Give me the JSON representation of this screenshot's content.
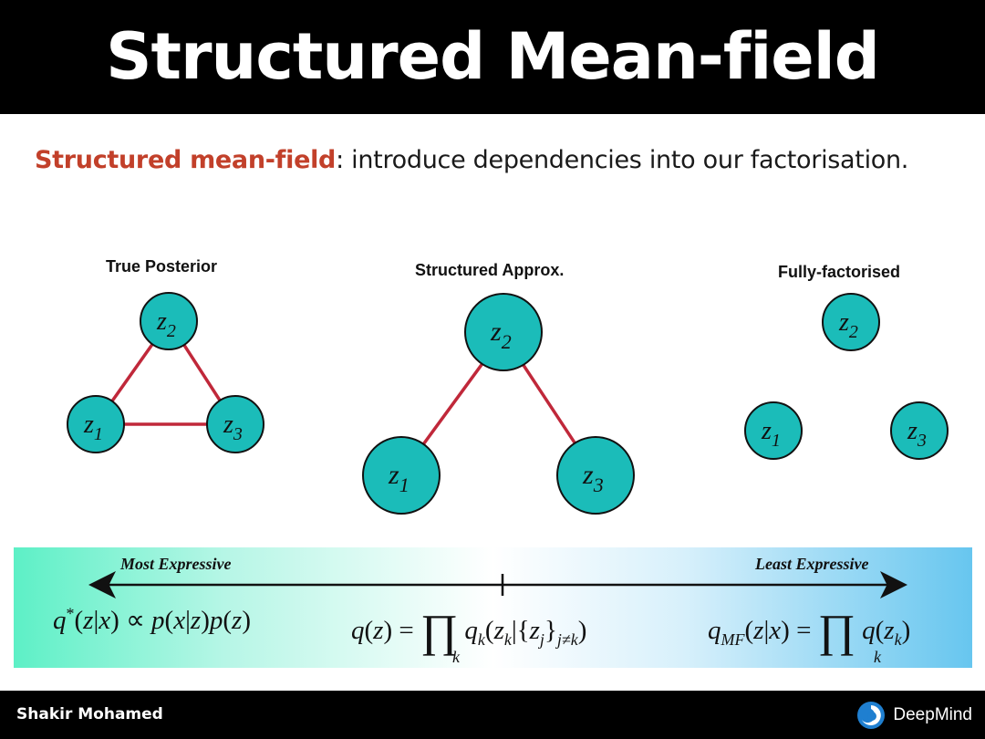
{
  "title": "Structured Mean-field",
  "subtitle": {
    "highlight": "Structured mean-field",
    "rest": ": introduce dependencies into our factorisation."
  },
  "diagrams": [
    {
      "label": "True Posterior",
      "nodes": [
        "z",
        "z",
        "z"
      ],
      "node_subscripts": [
        "2",
        "1",
        "3"
      ]
    },
    {
      "label": "Structured Approx.",
      "nodes": [
        "z",
        "z",
        "z"
      ],
      "node_subscripts": [
        "2",
        "1",
        "3"
      ]
    },
    {
      "label": "Fully-factorised",
      "nodes": [
        "z",
        "z",
        "z"
      ],
      "node_subscripts": [
        "2",
        "1",
        "3"
      ]
    }
  ],
  "expressiveness": {
    "left_label": "Most Expressive",
    "right_label": "Least Expressive",
    "formulas": {
      "true_posterior": "q*(z|x) ∝ p(x|z)p(z)",
      "structured": "q(z) = ∏_k q_k(z_k|{z_j}_{j≠k})",
      "mean_field": "q_MF(z|x) = ∏_k q(z_k)"
    }
  },
  "footer": {
    "author": "Shakir Mohamed",
    "brand": "DeepMind"
  },
  "colors": {
    "node_fill": "#1bbcb9",
    "edge": "#c0283a",
    "highlight_text": "#c2402a"
  }
}
